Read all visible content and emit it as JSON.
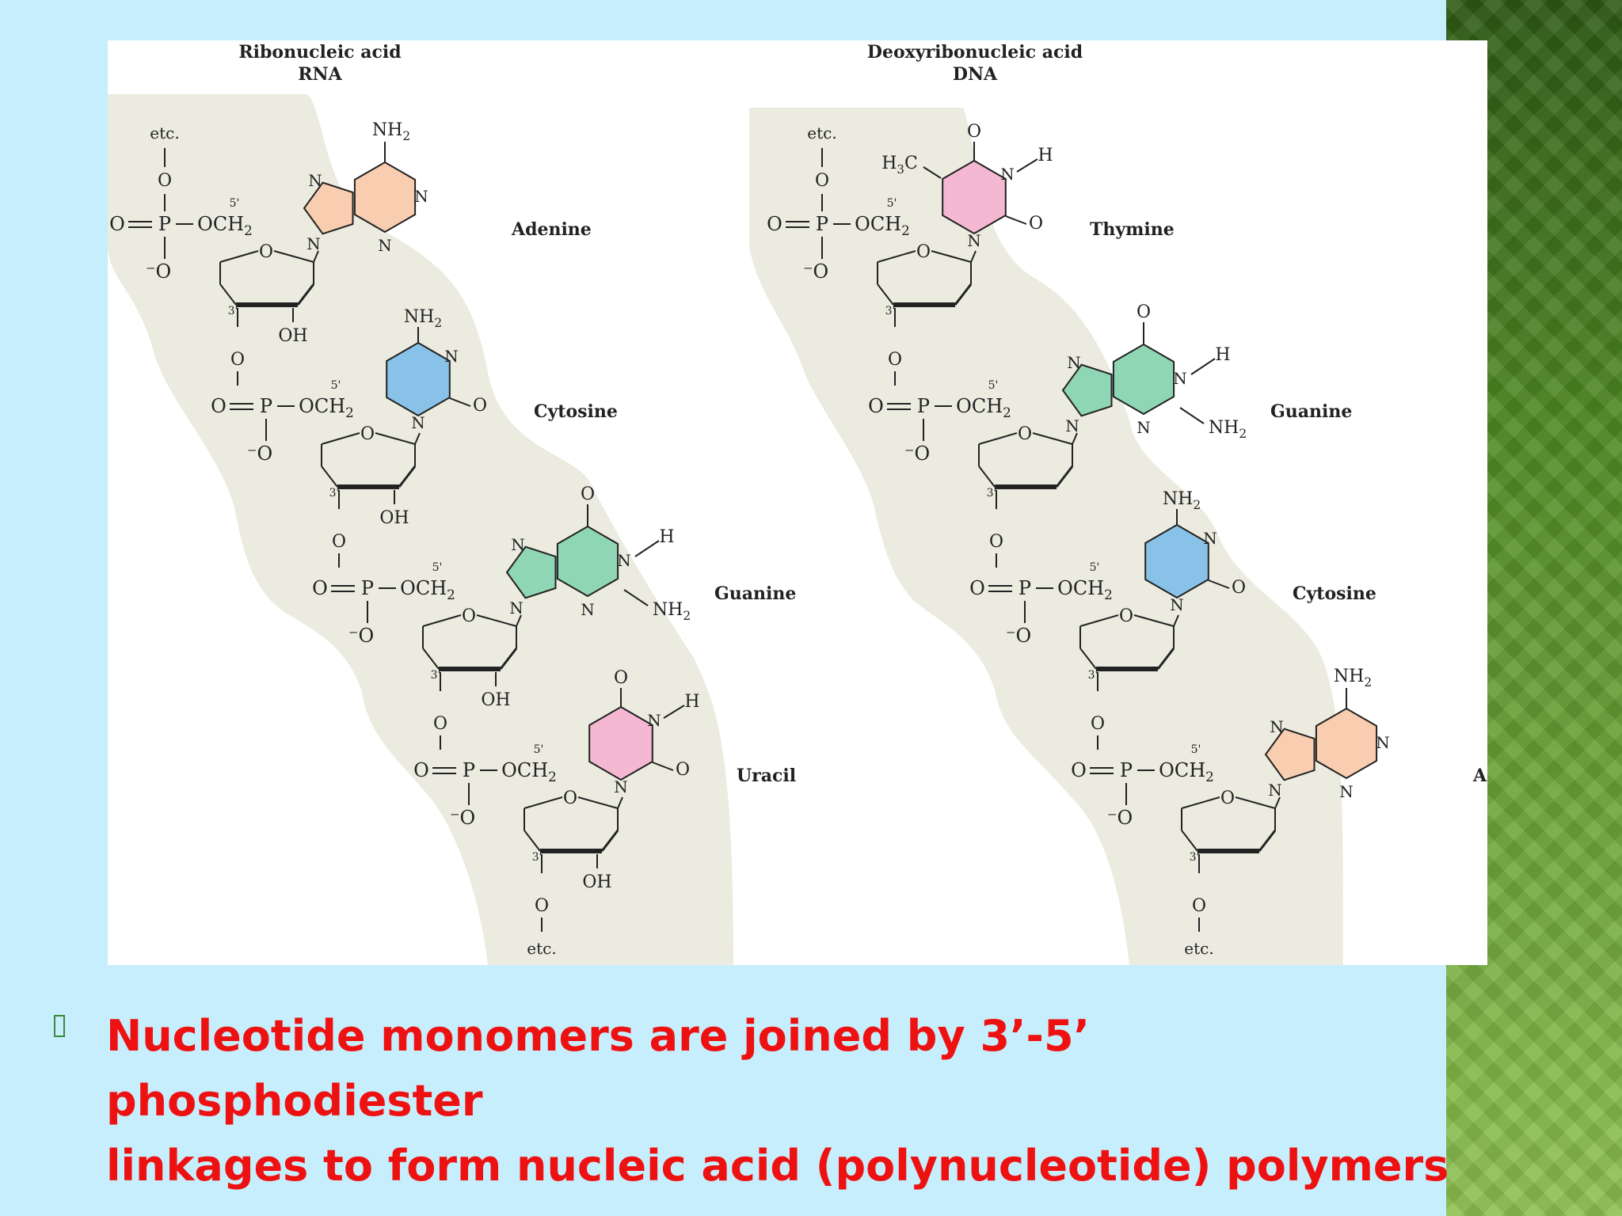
{
  "rna": {
    "title_line1": "Ribonucleic acid",
    "title_line2": "RNA",
    "bases": [
      "Adenine",
      "Cytosine",
      "Guanine",
      "Uracil"
    ],
    "start": "etc.",
    "end": "etc."
  },
  "dna": {
    "title_line1": "Deoxyribonucleic acid",
    "title_line2": "DNA",
    "bases": [
      "Thymine",
      "Guanine",
      "Cytosine",
      "Adenine"
    ],
    "start": "etc.",
    "end": "etc."
  },
  "atoms": {
    "oxygen": "O",
    "phosphorus": "P",
    "och2": "OCH",
    "sub2": "2",
    "oh": "OH",
    "o_minus": "⁻O",
    "nitrogen": "N",
    "hydrogen": "H",
    "nh2": "NH",
    "h3c": "H",
    "c": "C",
    "prime5": "5'",
    "prime3": "3'"
  },
  "colors": {
    "adenine": "#f9cdb0",
    "cytosine": "#89c2e8",
    "guanine": "#8fd6b4",
    "uracil": "#f5b8d2",
    "thymine": "#f5b8d2",
    "backbone": "#ecebe0",
    "caption": "#ee1111"
  },
  "caption": {
    "line1": "Nucleotide monomers are joined by 3’-5’ phosphodiester",
    "line2": "linkages to form nucleic acid (polynucleotide) polymers"
  }
}
